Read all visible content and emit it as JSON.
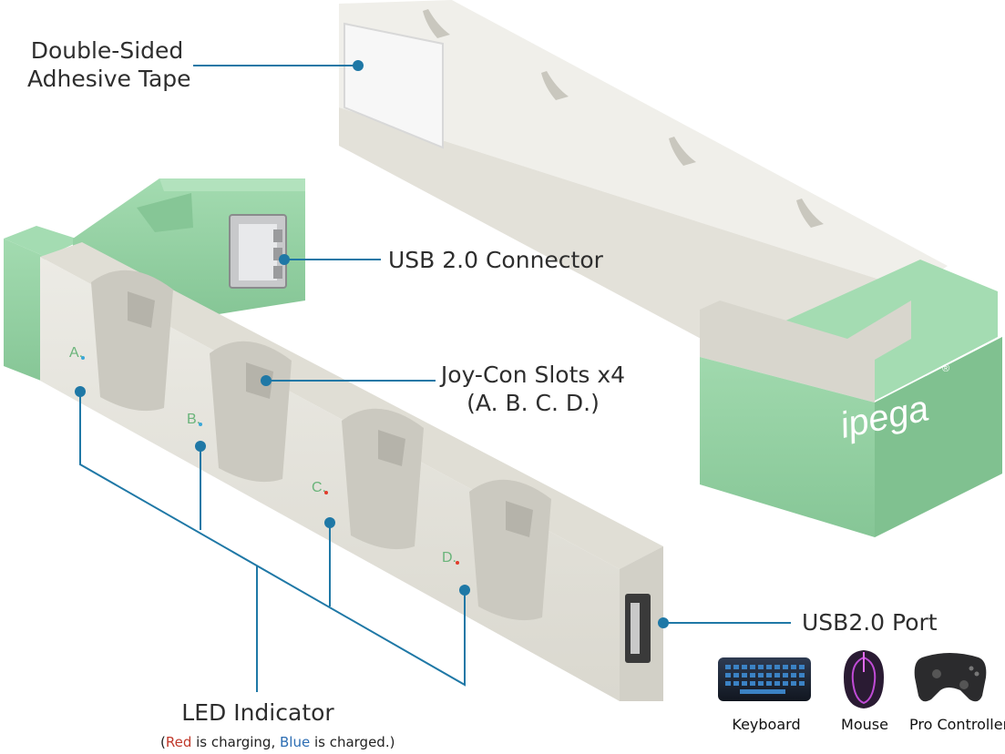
{
  "callouts": {
    "adhesive_tape": [
      "Double-Sided",
      "Adhesive Tape"
    ],
    "usb_connector": "USB 2.0 Connector",
    "joycon_slots": [
      "Joy-Con Slots x4",
      "(A. B. C. D.)"
    ],
    "usb_port": "USB2.0 Port",
    "led_indicator": "LED Indicator",
    "led_note": {
      "open": "(",
      "red": "Red",
      "mid": " is charging, ",
      "blue": "Blue",
      "close": " is charged.)"
    }
  },
  "slot_letters": [
    "A.",
    "B.",
    "C.",
    "D."
  ],
  "brand": {
    "logo_text": "ipega",
    "registered_mark": "®"
  },
  "accessories": [
    {
      "label": "Keyboard",
      "icon": "keyboard-icon"
    },
    {
      "label": "Mouse",
      "icon": "mouse-icon"
    },
    {
      "label": "Pro Controller",
      "icon": "gamepad-icon"
    }
  ],
  "colors": {
    "dock_white": "#e9e7df",
    "dock_shadow": "#cfcdc4",
    "mint_green": "#93d3a2",
    "mint_dark": "#7dbd8d",
    "callout_line": "#1f78a6",
    "led_red": "#e03b2a",
    "led_blue": "#3aa7d8"
  }
}
